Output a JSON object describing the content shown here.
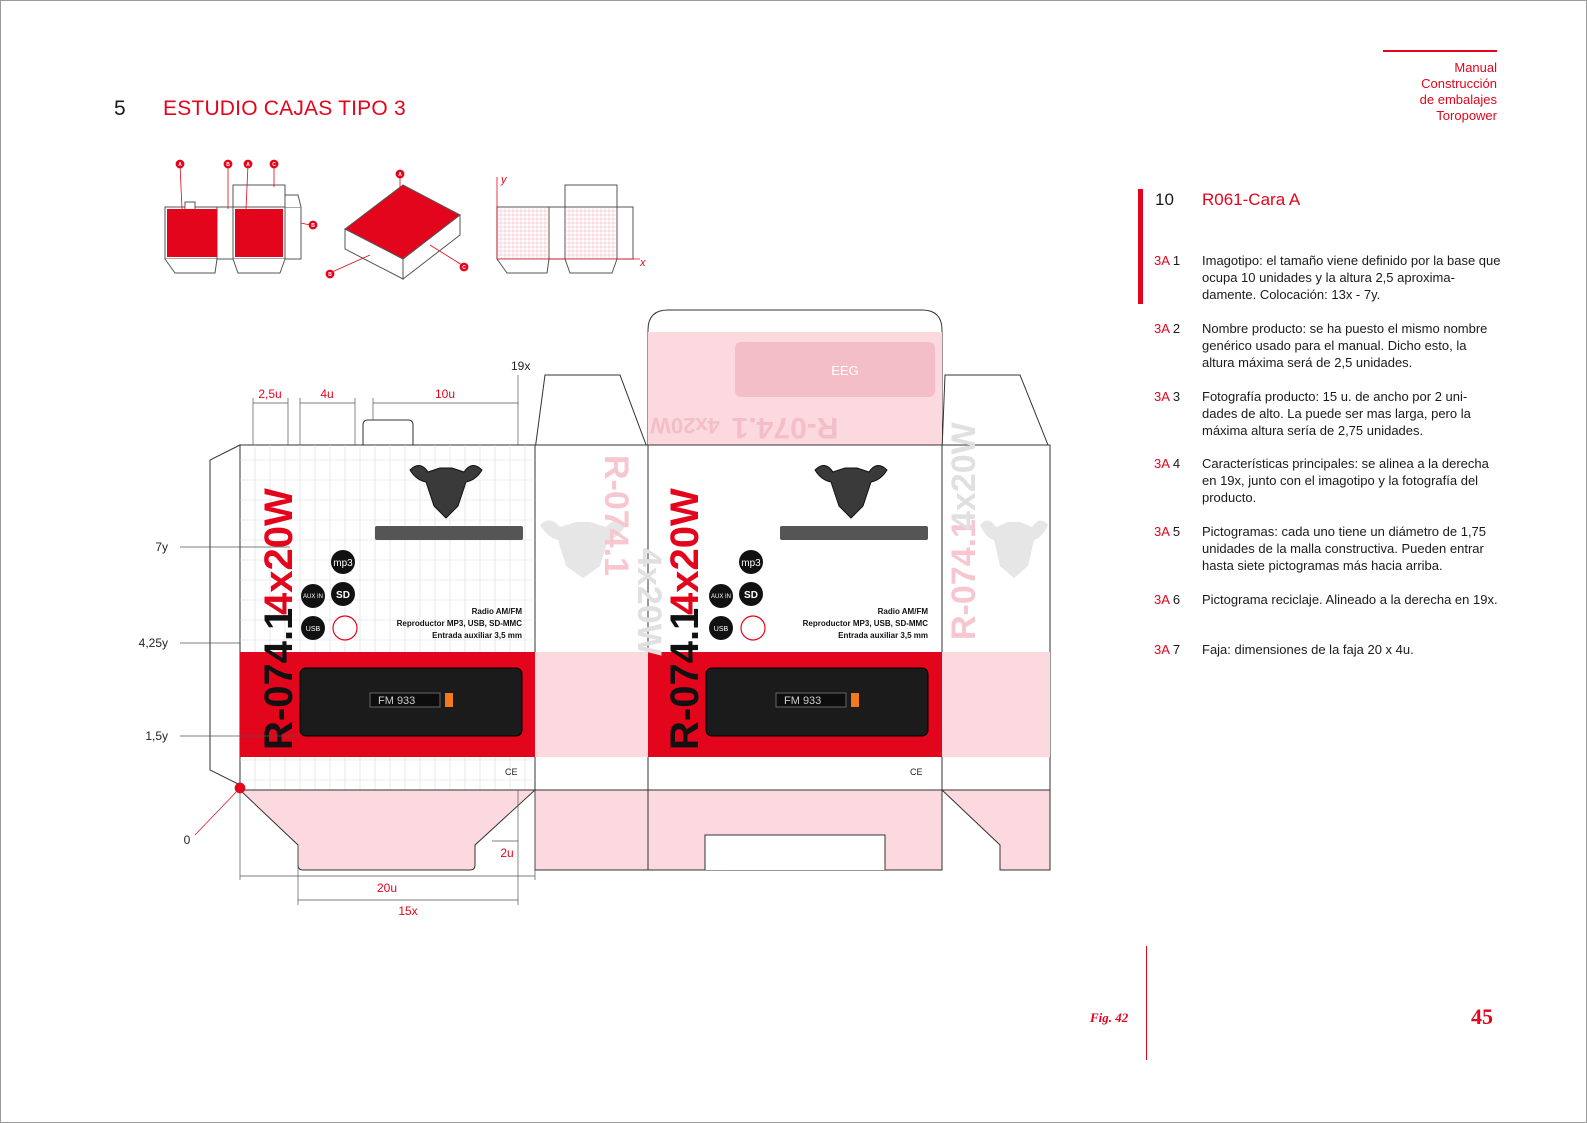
{
  "header": {
    "section_number": "5",
    "section_title": "ESTUDIO CAJAS TIPO 3",
    "manual_lines": [
      "Manual",
      "Construcción",
      "de embalajes",
      "Toropower"
    ]
  },
  "figure": {
    "number": "10",
    "title": "R061-Cara A",
    "label": "Fig. 42"
  },
  "page_number": "45",
  "notes": [
    {
      "code": "3A",
      "n": "1",
      "text": "Imagotipo: el tamaño viene definido por la base que ocupa 10 unidades y la altura 2,5 aproxima-damente. Colocación: 13x - 7y."
    },
    {
      "code": "3A",
      "n": "2",
      "text": "Nombre producto: se ha puesto el mismo nombre genérico usado para el manual. Dicho esto, la altura máxima será de 2,5 unidades."
    },
    {
      "code": "3A",
      "n": "3",
      "text": "Fotografía producto: 15 u. de ancho por 2 uni-dades de alto. La puede ser mas larga, pero la máxima altura sería de 2,75 unidades."
    },
    {
      "code": "3A",
      "n": "4",
      "text": "Características principales: se alinea a la derecha en 19x, junto con el imagotipo y la fotografía del producto."
    },
    {
      "code": "3A",
      "n": "5",
      "text": "Pictogramas: cada uno tiene un diámetro de 1,75 unidades de la malla constructiva. Pueden entrar hasta siete pictogramas más hacia arriba."
    },
    {
      "code": "3A",
      "n": "6",
      "text": "Pictograma reciclaje. Alineado a la derecha en 19x."
    },
    {
      "code": "3A",
      "n": "7",
      "text": "Faja: dimensiones de la faja 20 x 4u."
    }
  ],
  "thumbnails": {
    "markers": [
      "A",
      "B",
      "A",
      "C",
      "B",
      "A",
      "B",
      "C"
    ],
    "axis_y": "y",
    "axis_x": "x"
  },
  "dieline": {
    "dims_top": [
      "2,5u",
      "4u",
      "10u"
    ],
    "dim_19x": "19x",
    "dims_left": [
      "7y",
      "4,25y",
      "1,5y"
    ],
    "origin": "0",
    "dims_bottom": [
      "20u",
      "15x",
      "2u"
    ]
  },
  "box_art": {
    "model": "R-074.1",
    "power": "4x20W",
    "features": [
      "Radio AM/FM",
      "Reproductor MP3, USB, SD-MMC",
      "Entrada auxiliar 3,5 mm"
    ],
    "pictograms": [
      "mp3",
      "AUX IN",
      "SD",
      "USB"
    ],
    "radio_display": "FM  933",
    "cert": "CE",
    "top_flap_display": "EEG"
  },
  "colors": {
    "accent": "#e3051b",
    "pink": "#fbd9df",
    "grid": "#d9d9d9"
  }
}
